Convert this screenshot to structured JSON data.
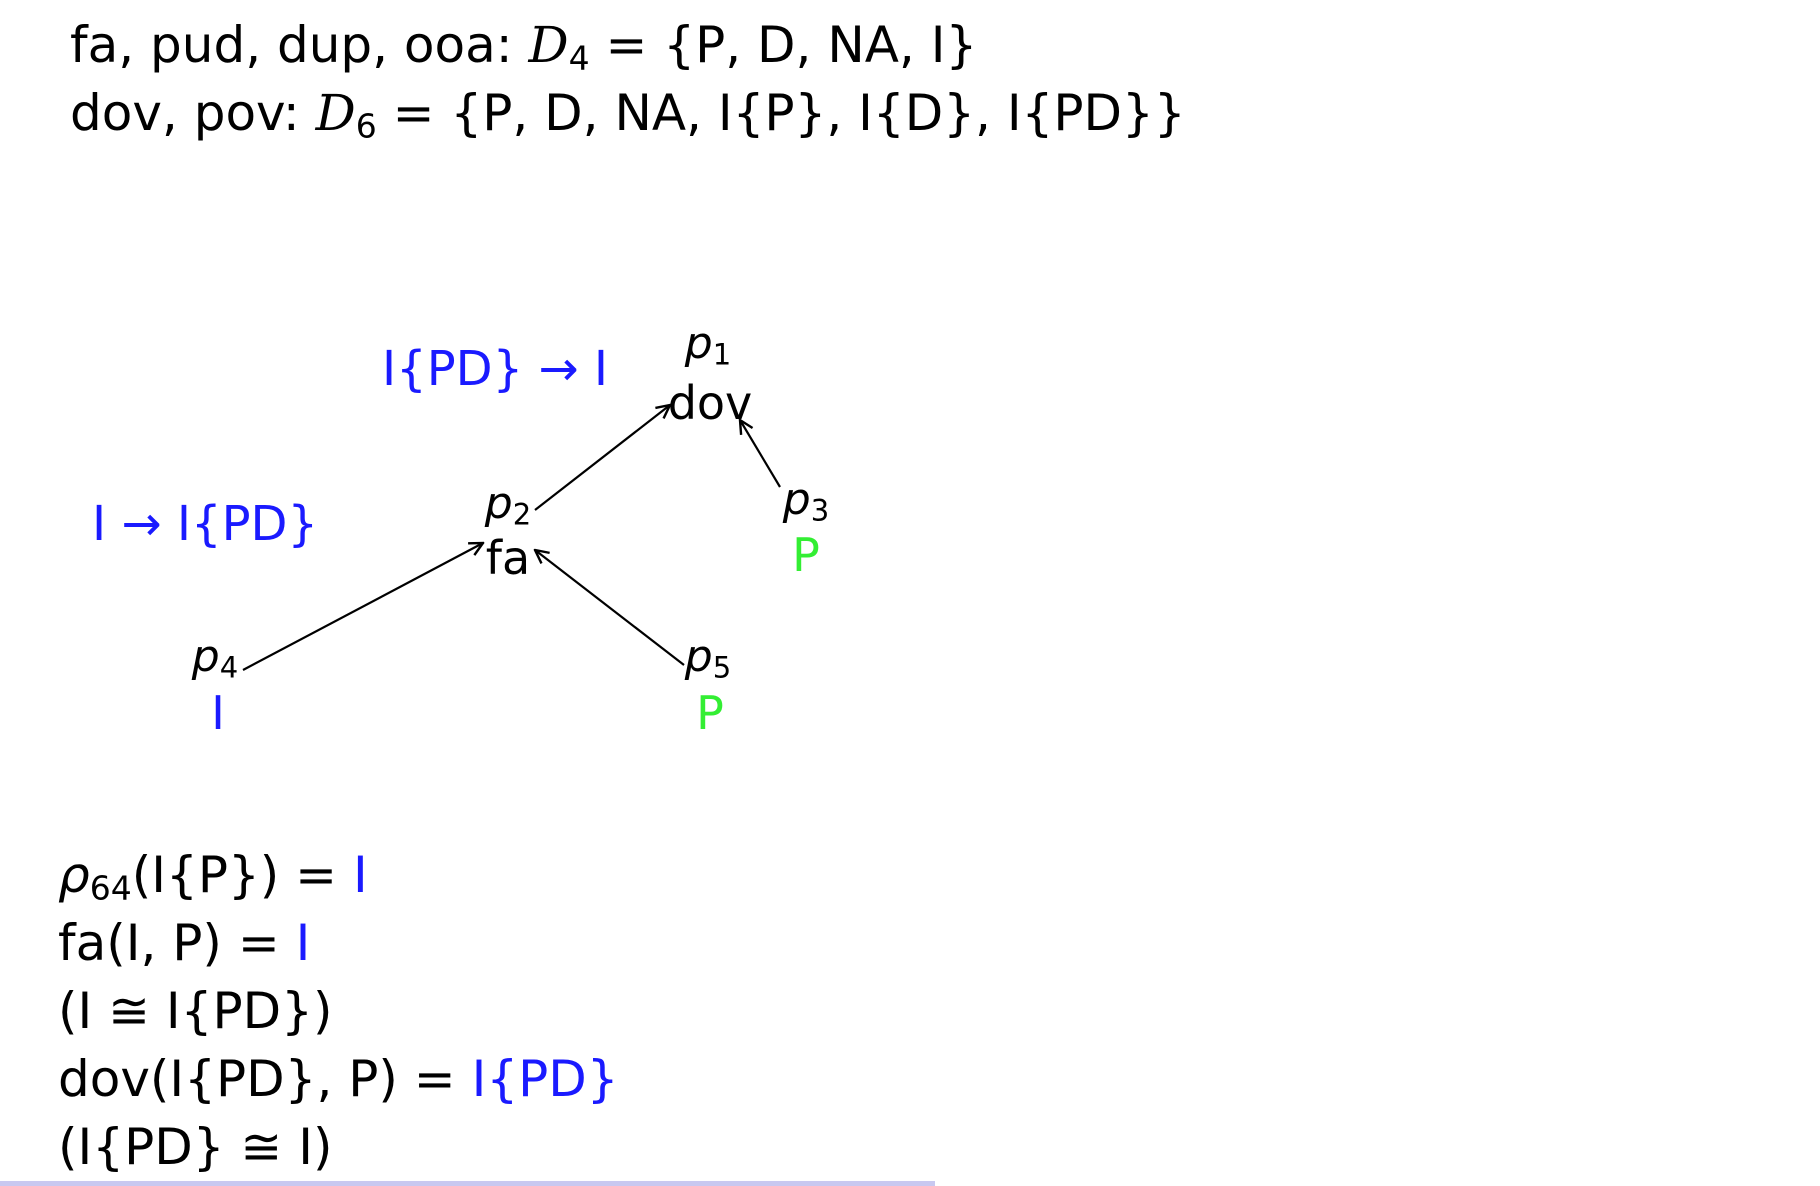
{
  "colors": {
    "blue": "#1a1aff",
    "green": "#33ee33",
    "text": "#000000",
    "arrow": "#000000",
    "bar": "#c8c8f0"
  },
  "header": {
    "line1": {
      "prefix": "fa, pud, dup, ooa:  ",
      "set_name": "D",
      "set_sub": "4",
      "set_rest": " = {P, D, NA, I}"
    },
    "line2": {
      "prefix": "dov, pov:  ",
      "set_name": "D",
      "set_sub": "6",
      "set_rest": " = {P, D, NA, I{P}, I{D}, I{PD}}"
    }
  },
  "annotations": {
    "top": "I{PD} → I",
    "left": "I → I{PD}"
  },
  "tree": {
    "nodes": [
      {
        "id": "n1",
        "p": "p",
        "sub": "1",
        "label": "dov",
        "label_color": "text"
      },
      {
        "id": "n2",
        "p": "p",
        "sub": "2",
        "label": "fa",
        "label_color": "text"
      },
      {
        "id": "n3",
        "p": "p",
        "sub": "3",
        "label": "P",
        "label_color": "green"
      },
      {
        "id": "n4",
        "p": "p",
        "sub": "4",
        "label": "I",
        "label_color": "blue"
      },
      {
        "id": "n5",
        "p": "p",
        "sub": "5",
        "label": "P",
        "label_color": "green"
      }
    ],
    "edges": [
      {
        "from": "n2",
        "to": "n1"
      },
      {
        "from": "n3",
        "to": "n1"
      },
      {
        "from": "n4",
        "to": "n2"
      },
      {
        "from": "n5",
        "to": "n2"
      }
    ]
  },
  "equations": [
    {
      "rho": "ρ",
      "sub": "64",
      "lhs": "(I{P}) = ",
      "rhs": "I"
    },
    {
      "lhs": "fa(I, P) = ",
      "rhs": "I"
    },
    {
      "lhs": "(I ≅ I{PD})",
      "rhs": ""
    },
    {
      "lhs": "dov(I{PD}, P) = ",
      "rhs": "I{PD}"
    },
    {
      "lhs": "(I{PD} ≅ I)",
      "rhs": ""
    }
  ]
}
